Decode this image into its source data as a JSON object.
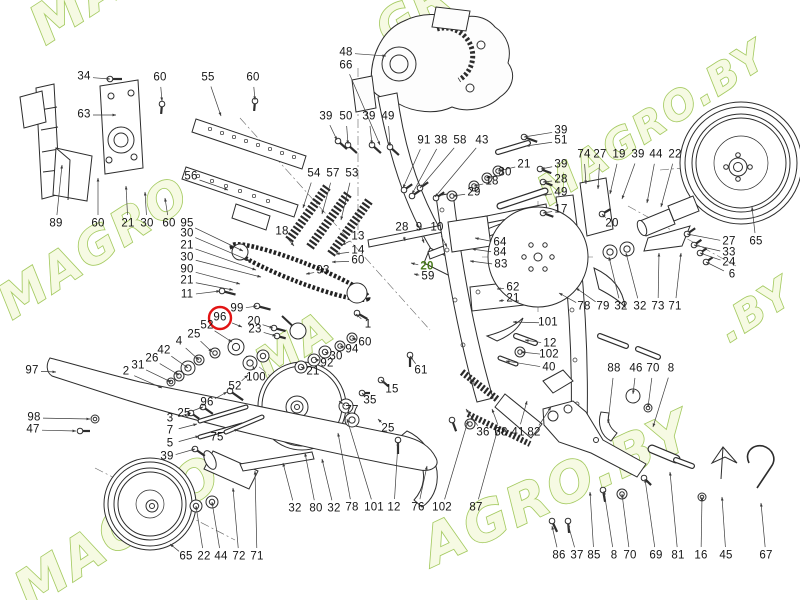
{
  "page": {
    "background": "#ffffff"
  },
  "watermark": {
    "text": "MAGRO.BY",
    "fill": "#f4f9dd",
    "stroke": "#8fbe3a",
    "opacity": 0.8,
    "instances": [
      [
        88,
        18,
        "MA",
        54,
        -33
      ],
      [
        440,
        14,
        "GRO",
        46,
        -33
      ],
      [
        660,
        134,
        "MAGRO.BY",
        40,
        -33
      ],
      [
        103,
        261,
        "MAGRO",
        48,
        -33
      ],
      [
        303,
        358,
        "MA",
        44,
        -33
      ],
      [
        128,
        546,
        "MAGRO",
        52,
        -33
      ],
      [
        565,
        505,
        "AGRO.BY",
        54,
        -25
      ],
      [
        763,
        321,
        ".BY",
        40,
        -33
      ]
    ]
  },
  "diagram": {
    "label_color": "#151515",
    "green_label_color": "#4a7a1c",
    "red_circle_color": "#e21414",
    "leader_color": "#3c3c3c",
    "line_color": "#2d2d2d",
    "labels": [
      [
        "34",
        84,
        77,
        110,
        79
      ],
      [
        "63",
        84,
        115,
        116,
        115
      ],
      [
        "60",
        160,
        78,
        162,
        101
      ],
      [
        "55",
        208,
        78,
        221,
        116
      ],
      [
        "60",
        253,
        78,
        255,
        100
      ],
      [
        "56",
        191,
        177,
        228,
        190
      ],
      [
        "89",
        56,
        224,
        62,
        165
      ],
      [
        "60",
        98,
        224,
        98,
        178
      ],
      [
        "21",
        128,
        224,
        126,
        186
      ],
      [
        "30",
        147,
        224,
        145,
        192
      ],
      [
        "60",
        169,
        224,
        165,
        198
      ],
      [
        "95",
        187,
        224,
        243,
        251
      ],
      [
        "30",
        187,
        234,
        250,
        261
      ],
      [
        "21",
        187,
        246,
        256,
        270
      ],
      [
        "30",
        187,
        258,
        261,
        277
      ],
      [
        "90",
        187,
        270,
        240,
        284
      ],
      [
        "21",
        187,
        281,
        233,
        290
      ],
      [
        "11",
        187,
        295,
        220,
        291
      ],
      [
        "48",
        346,
        53,
        386,
        56
      ],
      [
        "66",
        346,
        66,
        380,
        145
      ],
      [
        "39",
        326,
        117,
        337,
        140
      ],
      [
        "50",
        346,
        117,
        348,
        144
      ],
      [
        "39",
        369,
        117,
        372,
        144
      ],
      [
        "49",
        388,
        117,
        390,
        146
      ],
      [
        "54",
        314,
        174,
        303,
        208
      ],
      [
        "57",
        333,
        174,
        322,
        214
      ],
      [
        "53",
        352,
        174,
        341,
        220
      ],
      [
        "18",
        282,
        232,
        294,
        246
      ],
      [
        "13",
        358,
        237,
        342,
        245
      ],
      [
        "14",
        358,
        251,
        336,
        254
      ],
      [
        "60",
        358,
        261,
        332,
        262
      ],
      [
        "93",
        323,
        271,
        306,
        274
      ],
      [
        "91",
        424,
        141,
        403,
        188
      ],
      [
        "38",
        441,
        141,
        412,
        194
      ],
      [
        "58",
        460,
        141,
        420,
        188
      ],
      [
        "43",
        482,
        141,
        435,
        197
      ],
      [
        "21",
        524,
        165,
        498,
        171
      ],
      [
        "30",
        505,
        173,
        487,
        178
      ],
      [
        "18",
        492,
        182,
        474,
        186
      ],
      [
        "29",
        474,
        193,
        453,
        196
      ],
      [
        "39",
        561,
        131,
        524,
        137
      ],
      [
        "51",
        561,
        141,
        526,
        146
      ],
      [
        "39",
        561,
        165,
        541,
        169
      ],
      [
        "28",
        561,
        180,
        543,
        182
      ],
      [
        "49",
        561,
        193,
        543,
        195
      ],
      [
        "17",
        561,
        210,
        543,
        213
      ],
      [
        "74",
        584,
        155,
        586,
        184
      ],
      [
        "27",
        600,
        155,
        598,
        189
      ],
      [
        "19",
        619,
        155,
        610,
        194
      ],
      [
        "39",
        638,
        155,
        622,
        199
      ],
      [
        "44",
        656,
        155,
        647,
        203
      ],
      [
        "22",
        675,
        155,
        661,
        207
      ],
      [
        "28",
        402,
        228,
        405,
        241
      ],
      [
        "9",
        419,
        228,
        424,
        243
      ],
      [
        "10",
        437,
        228,
        447,
        247
      ],
      [
        "20",
        427,
        267,
        411,
        263,
        "green"
      ],
      [
        "59",
        428,
        277,
        414,
        274
      ],
      [
        "64",
        500,
        243,
        475,
        238
      ],
      [
        "84",
        500,
        253,
        472,
        249
      ],
      [
        "83",
        501,
        265,
        470,
        261
      ],
      [
        "62",
        513,
        288,
        497,
        289
      ],
      [
        "21",
        513,
        299,
        499,
        301
      ],
      [
        "99",
        237,
        309,
        257,
        306
      ],
      [
        "96",
        220,
        318,
        242,
        327,
        "red"
      ],
      [
        "52",
        207,
        326,
        232,
        342
      ],
      [
        "20",
        254,
        322,
        273,
        328
      ],
      [
        "23",
        255,
        330,
        276,
        336
      ],
      [
        "25",
        194,
        335,
        212,
        352
      ],
      [
        "4",
        179,
        342,
        199,
        360
      ],
      [
        "42",
        164,
        351,
        188,
        368
      ],
      [
        "26",
        152,
        359,
        179,
        375
      ],
      [
        "31",
        138,
        366,
        171,
        382
      ],
      [
        "2",
        126,
        372,
        162,
        388
      ],
      [
        "97",
        32,
        371,
        56,
        372
      ],
      [
        "100",
        256,
        378,
        253,
        366
      ],
      [
        "52",
        235,
        387,
        248,
        375
      ],
      [
        "96",
        207,
        403,
        227,
        392
      ],
      [
        "25",
        184,
        414,
        203,
        407
      ],
      [
        "3",
        170,
        419,
        191,
        413
      ],
      [
        "7",
        170,
        431,
        197,
        424
      ],
      [
        "5",
        170,
        444,
        199,
        436
      ],
      [
        "39",
        167,
        457,
        195,
        449
      ],
      [
        "75",
        217,
        438,
        238,
        429
      ],
      [
        "98",
        34,
        418,
        90,
        419
      ],
      [
        "47",
        33,
        430,
        76,
        431
      ],
      [
        "1",
        368,
        325,
        356,
        314
      ],
      [
        "60",
        365,
        343,
        352,
        338
      ],
      [
        "94",
        352,
        350,
        340,
        346
      ],
      [
        "30",
        336,
        357,
        325,
        352
      ],
      [
        "92",
        327,
        364,
        315,
        359
      ],
      [
        "21",
        313,
        372,
        301,
        367
      ],
      [
        "61",
        421,
        371,
        410,
        356
      ],
      [
        "15",
        392,
        390,
        381,
        380
      ],
      [
        "35",
        370,
        401,
        362,
        393
      ],
      [
        "77",
        352,
        411,
        339,
        401
      ],
      [
        "25",
        388,
        429,
        378,
        419
      ],
      [
        "32",
        295,
        509,
        283,
        463
      ],
      [
        "80",
        316,
        509,
        305,
        453
      ],
      [
        "32",
        334,
        509,
        322,
        459
      ],
      [
        "78",
        352,
        508,
        338,
        433
      ],
      [
        "101",
        374,
        508,
        347,
        419
      ],
      [
        "12",
        394,
        508,
        398,
        442
      ],
      [
        "76",
        418,
        508,
        427,
        466
      ],
      [
        "102",
        442,
        508,
        468,
        421
      ],
      [
        "87",
        476,
        508,
        497,
        432
      ],
      [
        "36",
        483,
        433,
        466,
        409
      ],
      [
        "68",
        501,
        433,
        492,
        409
      ],
      [
        "41",
        518,
        433,
        527,
        401
      ],
      [
        "82",
        534,
        433,
        551,
        407
      ],
      [
        "65",
        186,
        557,
        170,
        544
      ],
      [
        "22",
        204,
        557,
        196,
        506
      ],
      [
        "44",
        221,
        557,
        212,
        502
      ],
      [
        "72",
        239,
        557,
        233,
        488
      ],
      [
        "71",
        257,
        557,
        255,
        471
      ],
      [
        "78",
        584,
        307,
        559,
        293
      ],
      [
        "79",
        603,
        307,
        576,
        288
      ],
      [
        "32",
        621,
        307,
        609,
        257
      ],
      [
        "32",
        640,
        307,
        626,
        253
      ],
      [
        "73",
        658,
        307,
        659,
        253
      ],
      [
        "71",
        675,
        307,
        681,
        253
      ],
      [
        "101",
        548,
        323,
        513,
        322
      ],
      [
        "12",
        550,
        344,
        525,
        340
      ],
      [
        "102",
        549,
        355,
        521,
        352
      ],
      [
        "40",
        549,
        368,
        506,
        361
      ],
      [
        "88",
        614,
        369,
        608,
        423
      ],
      [
        "46",
        636,
        369,
        633,
        394
      ],
      [
        "70",
        653,
        369,
        648,
        407
      ],
      [
        "8",
        671,
        369,
        653,
        427
      ],
      [
        "20",
        612,
        224,
        602,
        214
      ],
      [
        "27",
        729,
        242,
        687,
        234
      ],
      [
        "33",
        729,
        253,
        694,
        245
      ],
      [
        "24",
        729,
        263,
        700,
        253
      ],
      [
        "6",
        732,
        275,
        706,
        262
      ],
      [
        "65",
        756,
        242,
        752,
        207
      ],
      [
        "86",
        559,
        556,
        552,
        526
      ],
      [
        "37",
        577,
        556,
        568,
        524
      ],
      [
        "85",
        594,
        556,
        590,
        492
      ],
      [
        "8",
        614,
        556,
        604,
        491
      ],
      [
        "70",
        630,
        556,
        622,
        494
      ],
      [
        "69",
        656,
        556,
        645,
        479
      ],
      [
        "81",
        678,
        556,
        670,
        472
      ],
      [
        "16",
        701,
        556,
        702,
        497
      ],
      [
        "45",
        726,
        556,
        722,
        497
      ],
      [
        "67",
        766,
        556,
        761,
        503
      ]
    ],
    "glyphs": [
      [
        "w",
        452,
        196,
        5
      ],
      [
        "w",
        474,
        186,
        5
      ],
      [
        "w",
        487,
        178,
        5
      ],
      [
        "w",
        498,
        171,
        5
      ],
      [
        "w",
        610,
        252,
        7
      ],
      [
        "w",
        627,
        249,
        7
      ],
      [
        "w",
        352,
        338,
        5
      ],
      [
        "w",
        340,
        346,
        5
      ],
      [
        "w",
        325,
        352,
        6
      ],
      [
        "w",
        314,
        360,
        6
      ],
      [
        "w",
        301,
        367,
        6
      ],
      [
        "w",
        250,
        363,
        7
      ],
      [
        "w",
        236,
        347,
        8
      ],
      [
        "w",
        263,
        356,
        6
      ],
      [
        "w",
        215,
        353,
        5
      ],
      [
        "w",
        199,
        360,
        5
      ],
      [
        "w",
        188,
        368,
        7
      ],
      [
        "w",
        179,
        376,
        5
      ],
      [
        "w",
        171,
        382,
        4
      ],
      [
        "w",
        196,
        506,
        6
      ],
      [
        "w",
        212,
        502,
        6
      ],
      [
        "w",
        622,
        494,
        5
      ],
      [
        "w",
        648,
        408,
        4
      ],
      [
        "w",
        702,
        497,
        4
      ],
      [
        "w",
        95,
        419,
        4
      ],
      [
        "w",
        346,
        406,
        7
      ],
      [
        "w",
        352,
        420,
        7
      ],
      [
        "w",
        520,
        352,
        5
      ],
      [
        "w",
        470,
        424,
        5
      ],
      [
        "c",
        633,
        396,
        7
      ],
      [
        "c",
        240,
        252,
        8
      ],
      [
        "c",
        357,
        293,
        10
      ],
      [
        "c",
        298,
        331,
        8
      ],
      [
        "b",
        110,
        79,
        0,
        12
      ],
      [
        "b",
        162,
        104,
        95,
        10
      ],
      [
        "b",
        255,
        101,
        95,
        10
      ],
      [
        "b",
        338,
        141,
        42,
        12
      ],
      [
        "b",
        348,
        145,
        42,
        12
      ],
      [
        "b",
        372,
        145,
        42,
        12
      ],
      [
        "b",
        390,
        147,
        42,
        12
      ],
      [
        "b",
        404,
        190,
        -35,
        10
      ],
      [
        "b",
        412,
        196,
        -35,
        10
      ],
      [
        "b",
        420,
        188,
        -35,
        10
      ],
      [
        "b",
        436,
        198,
        -35,
        10
      ],
      [
        "b",
        524,
        137,
        20,
        14
      ],
      [
        "b",
        540,
        169,
        20,
        12
      ],
      [
        "b",
        543,
        182,
        20,
        10
      ],
      [
        "b",
        543,
        213,
        20,
        11
      ],
      [
        "b",
        222,
        291,
        15,
        14
      ],
      [
        "b",
        257,
        306,
        15,
        14
      ],
      [
        "b",
        274,
        328,
        15,
        12
      ],
      [
        "b",
        277,
        336,
        15,
        9
      ],
      [
        "b",
        230,
        391,
        35,
        16
      ],
      [
        "b",
        203,
        407,
        35,
        12
      ],
      [
        "b",
        191,
        413,
        35,
        10
      ],
      [
        "b",
        195,
        449,
        35,
        12
      ],
      [
        "b",
        357,
        313,
        30,
        12
      ],
      [
        "b",
        410,
        355,
        90,
        12
      ],
      [
        "b",
        381,
        380,
        40,
        10
      ],
      [
        "b",
        362,
        393,
        0,
        8
      ],
      [
        "b",
        552,
        521,
        65,
        12
      ],
      [
        "b",
        568,
        521,
        85,
        12
      ],
      [
        "b",
        603,
        490,
        80,
        12
      ],
      [
        "b",
        644,
        478,
        45,
        10
      ],
      [
        "b",
        687,
        234,
        -35,
        10
      ],
      [
        "b",
        694,
        245,
        -35,
        9
      ],
      [
        "b",
        700,
        253,
        -35,
        8
      ],
      [
        "b",
        706,
        262,
        -35,
        8
      ],
      [
        "b",
        602,
        214,
        -30,
        10
      ],
      [
        "b",
        398,
        440,
        90,
        14
      ],
      [
        "b",
        452,
        420,
        70,
        12
      ],
      [
        "b",
        80,
        431,
        0,
        10
      ],
      [
        "r",
        498,
        152,
        528,
        143,
        6
      ],
      [
        "r",
        500,
        206,
        545,
        191,
        7
      ],
      [
        "r",
        200,
        421,
        246,
        407,
        5
      ],
      [
        "r",
        200,
        437,
        242,
        425,
        5
      ],
      [
        "r",
        226,
        432,
        262,
        417,
        5
      ],
      [
        "r",
        600,
        336,
        626,
        346,
        6
      ],
      [
        "r",
        638,
        349,
        658,
        357,
        6
      ],
      [
        "r",
        516,
        336,
        535,
        343,
        6
      ],
      [
        "r",
        500,
        358,
        516,
        364,
        5
      ],
      [
        "r",
        652,
        449,
        676,
        459,
        9
      ],
      [
        "r",
        676,
        460,
        692,
        466,
        6
      ],
      [
        "s",
        289,
        240,
        327,
        187,
        9
      ],
      [
        "s",
        310,
        247,
        348,
        194,
        9
      ],
      [
        "s",
        331,
        254,
        369,
        201,
        9
      ],
      [
        "s",
        462,
        372,
        497,
        399,
        7
      ],
      [
        "s",
        468,
        414,
        530,
        444,
        6
      ]
    ]
  }
}
